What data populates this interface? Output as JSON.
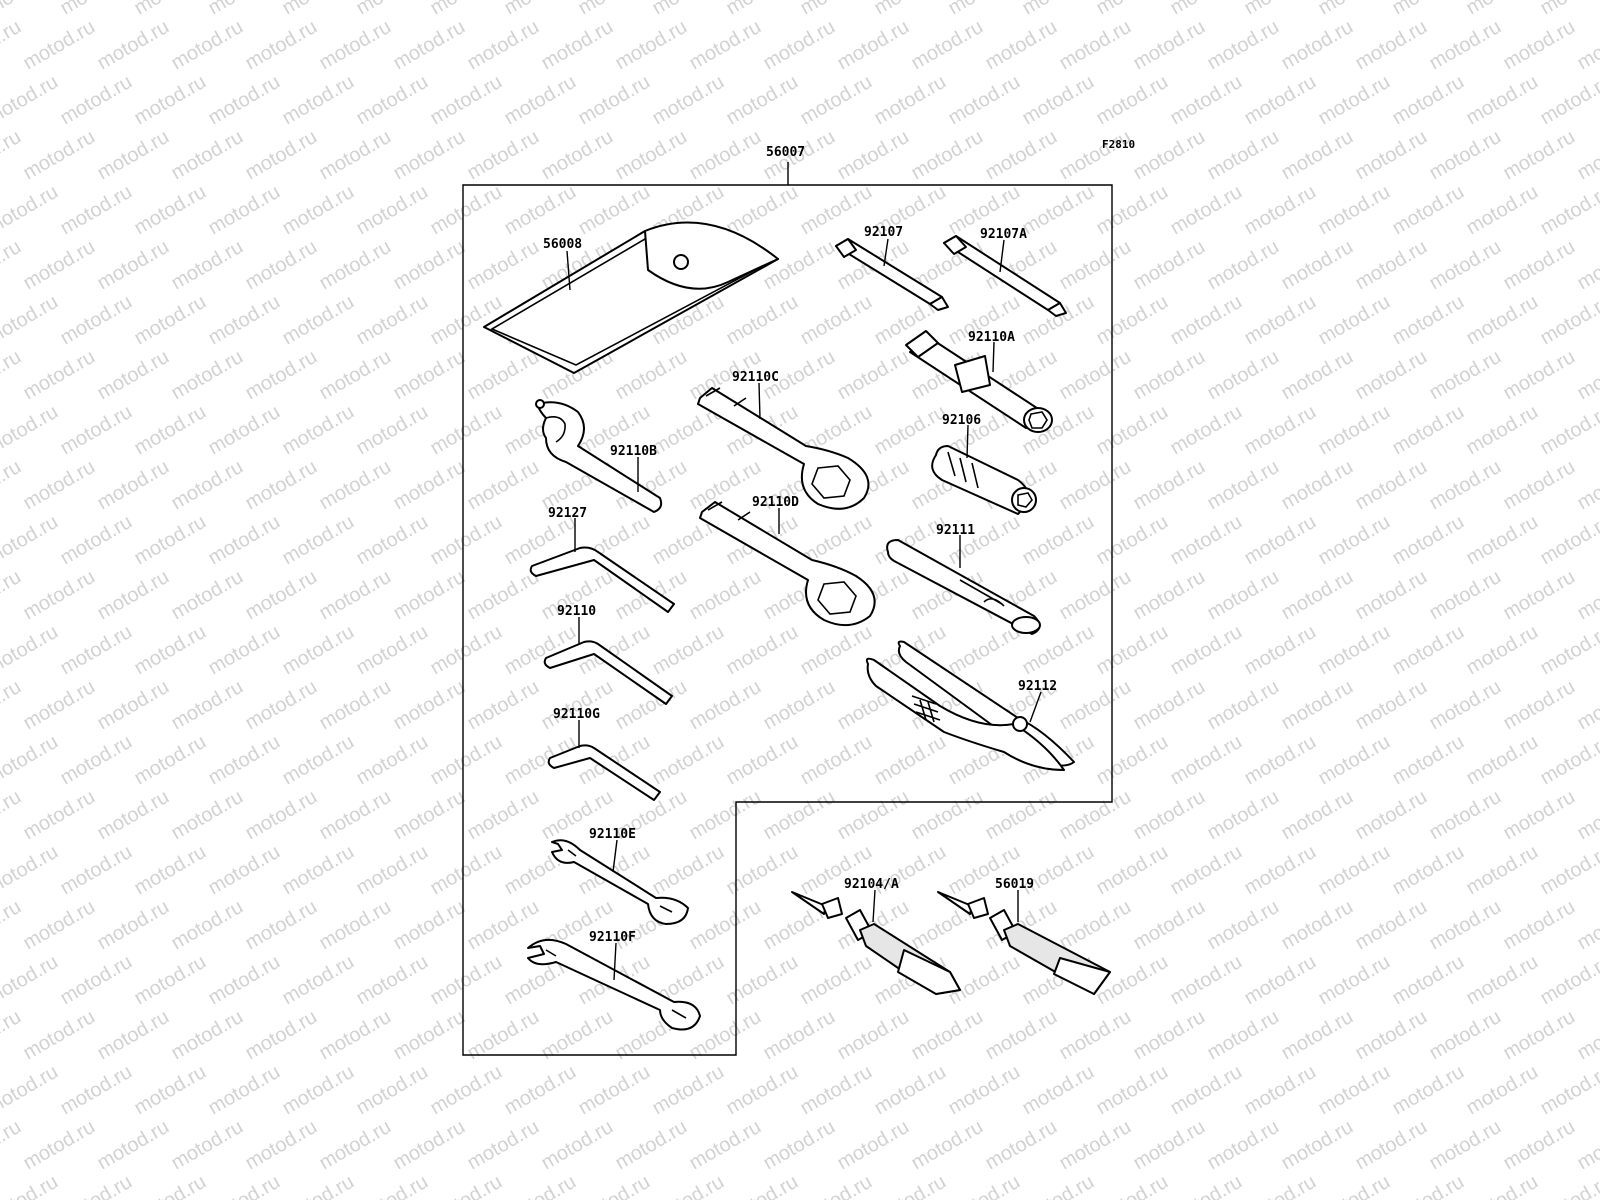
{
  "watermark": {
    "text": "motod.ru"
  },
  "figure_code": "F2810",
  "labels": {
    "kit": "56007",
    "pouch": "56008",
    "bit_a": "92107",
    "bit_b": "92107A",
    "socket": "92110A",
    "adapter": "92106",
    "ring_c": "92110C",
    "spanner_b": "92110B",
    "ring_d": "92110D",
    "hex_large": "92127",
    "handle": "92111",
    "hex_mid": "92110",
    "pliers": "92112",
    "hex_small": "92110G",
    "wrench_e": "92110E",
    "wrench_f": "92110F",
    "tube_a": "92104/A",
    "tube_b": "56019"
  },
  "colors": {
    "line": "#000000",
    "watermark": "#d2d2d2",
    "background": "#ffffff"
  }
}
